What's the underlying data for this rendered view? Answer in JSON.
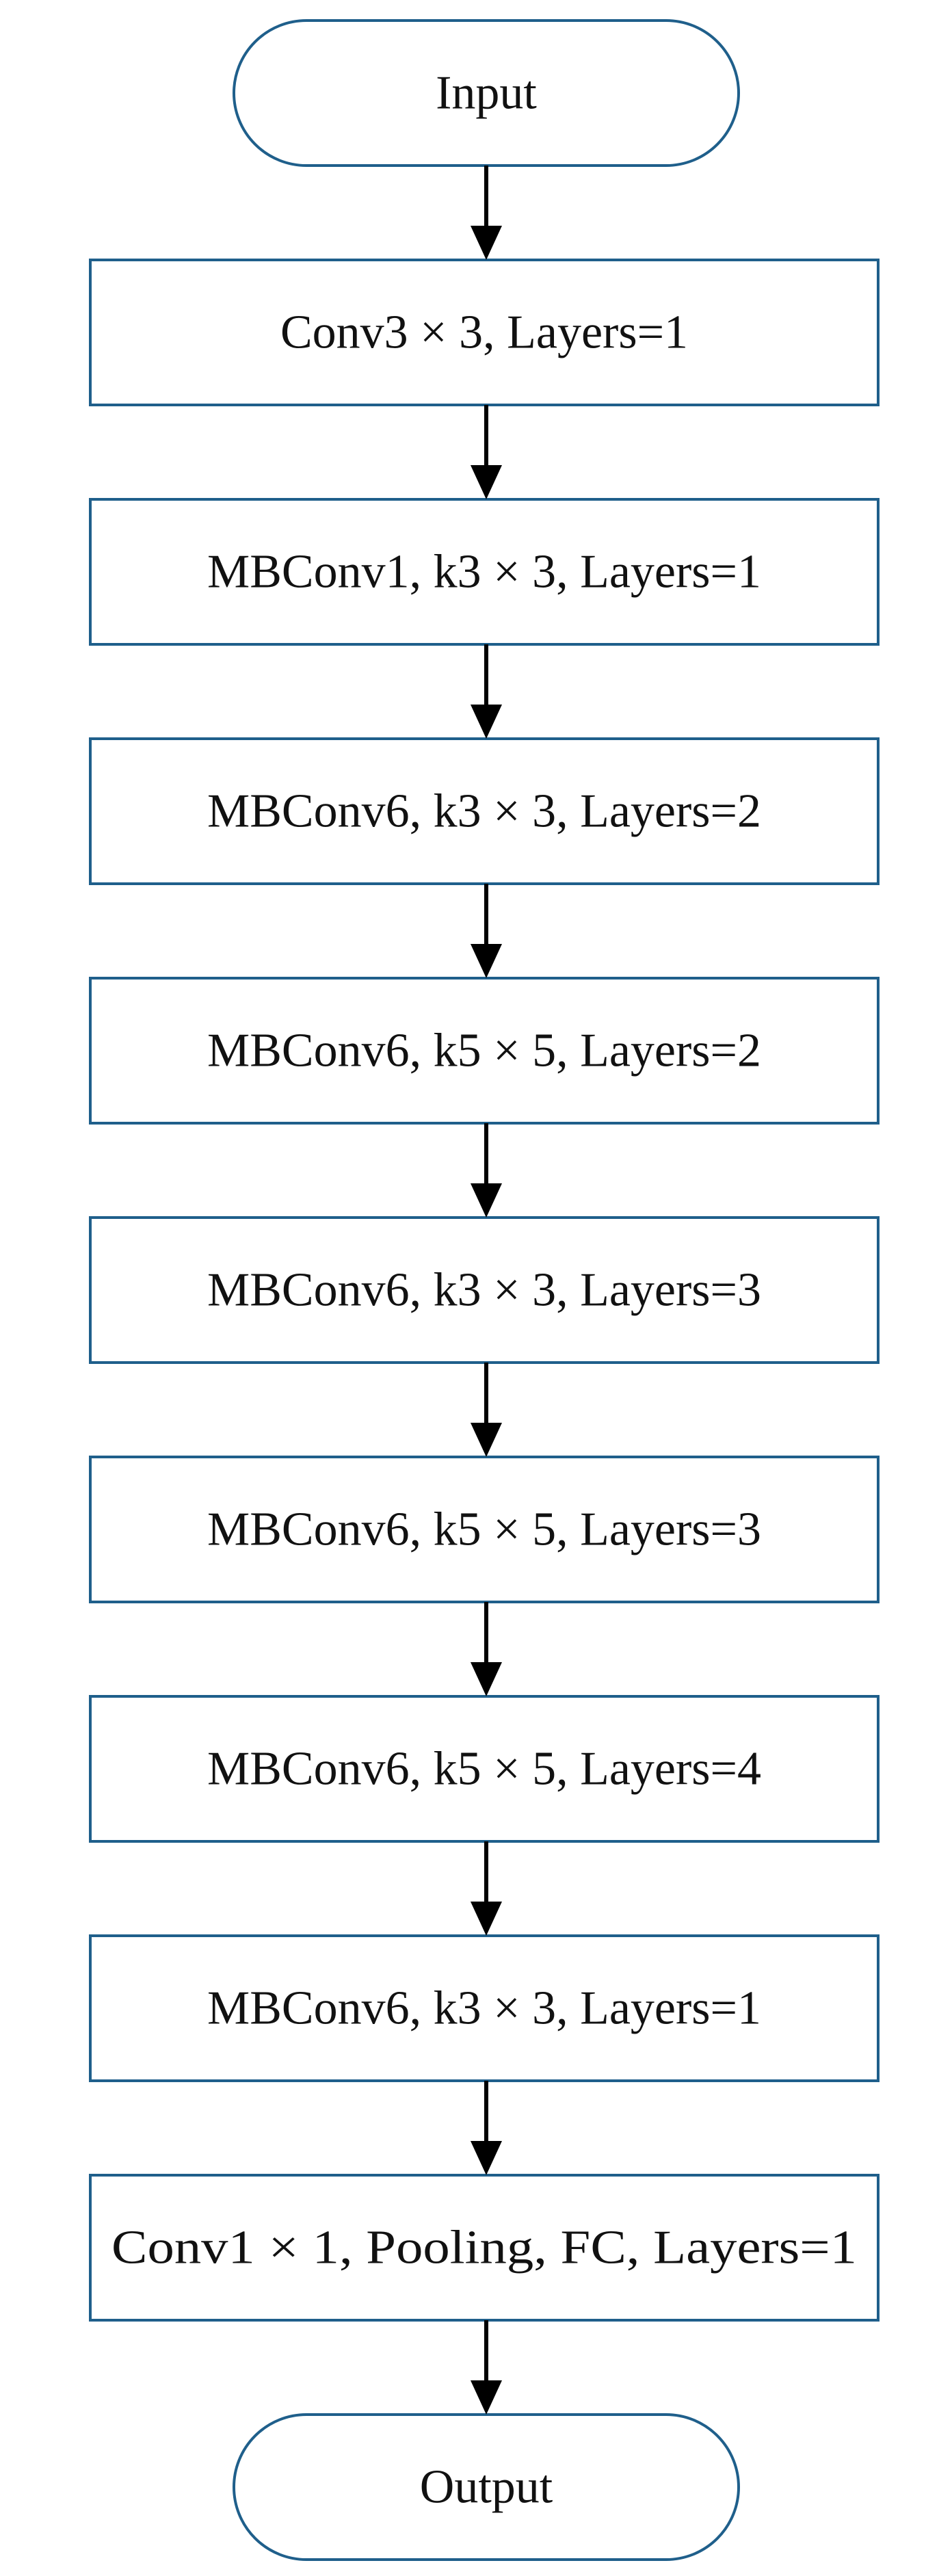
{
  "diagram": {
    "start": "Input",
    "steps": [
      "Conv3 × 3, Layers=1",
      "MBConv1, k3 × 3, Layers=1",
      "MBConv6, k3 × 3, Layers=2",
      "MBConv6, k5 × 5, Layers=2",
      "MBConv6, k3 × 3, Layers=3",
      "MBConv6, k5 × 5, Layers=3",
      "MBConv6, k5 × 5, Layers=4",
      "MBConv6, k3 × 3, Layers=1",
      "Conv1 × 1, Pooling, FC, Layers=1"
    ],
    "end": "Output"
  },
  "colors": {
    "node_border": "#1f5f8b",
    "arrow": "#000000",
    "text": "#111111",
    "background": "#ffffff"
  }
}
